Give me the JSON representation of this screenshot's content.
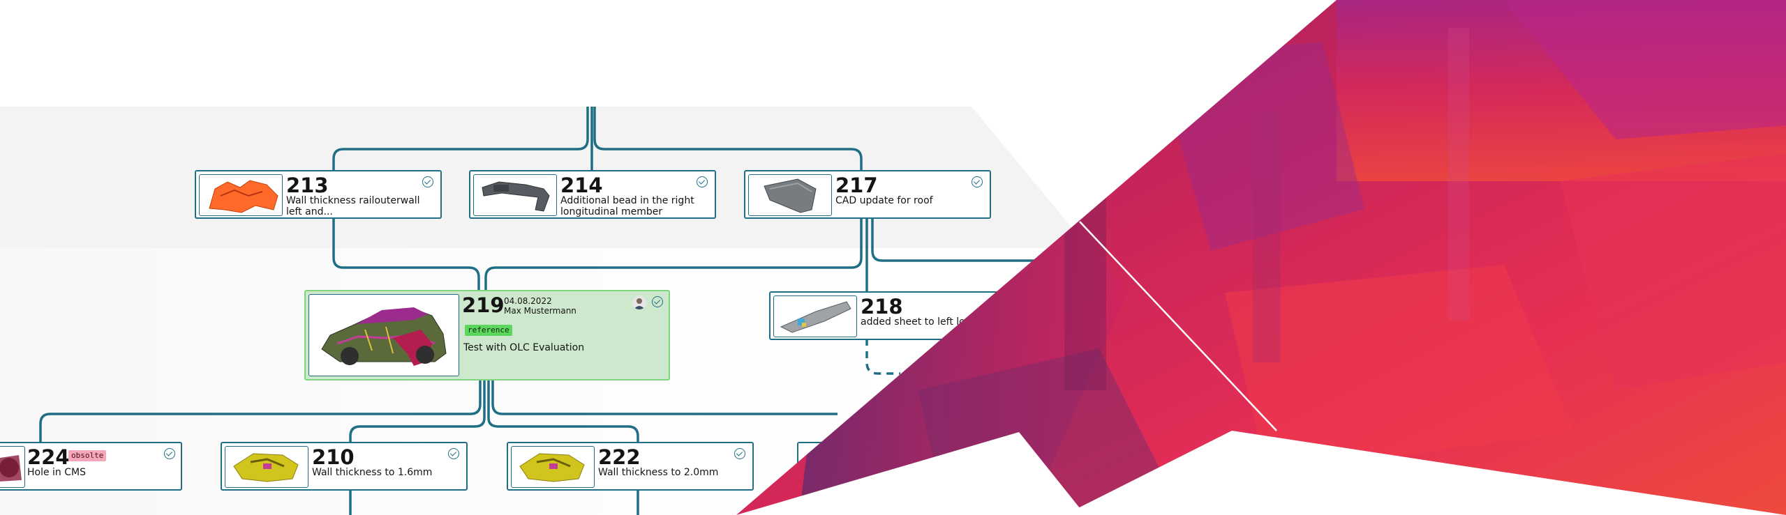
{
  "nodes": {
    "n213": {
      "num": "213",
      "desc": "Wall thickness railouterwall left and..."
    },
    "n214": {
      "num": "214",
      "desc": "Additional bead in the right longitudinal member"
    },
    "n217": {
      "num": "217",
      "desc": "CAD update for roof"
    },
    "n219": {
      "num": "219",
      "date": "04.08.2022",
      "author": "Max Mustermann",
      "badge": "reference",
      "desc": "Test with OLC Evaluation"
    },
    "n218": {
      "num": "218",
      "desc": "added sheet to left long member"
    },
    "n224": {
      "num": "224",
      "badge": "obsolte",
      "desc": "Hole in CMS"
    },
    "n210": {
      "num": "210",
      "desc": "Wall thickness to 1.6mm"
    },
    "n222": {
      "num": "222",
      "desc": "Wall thickness to 2.0mm"
    }
  },
  "colors": {
    "line": "#1f6e85",
    "selected_bg": "#cde8cc",
    "selected_border": "#7fd67f",
    "reference_badge": "#5cd65c",
    "obsolete_badge": "#f4a7b9"
  },
  "icons": [
    "check-circle-icon",
    "user-avatar-icon"
  ]
}
